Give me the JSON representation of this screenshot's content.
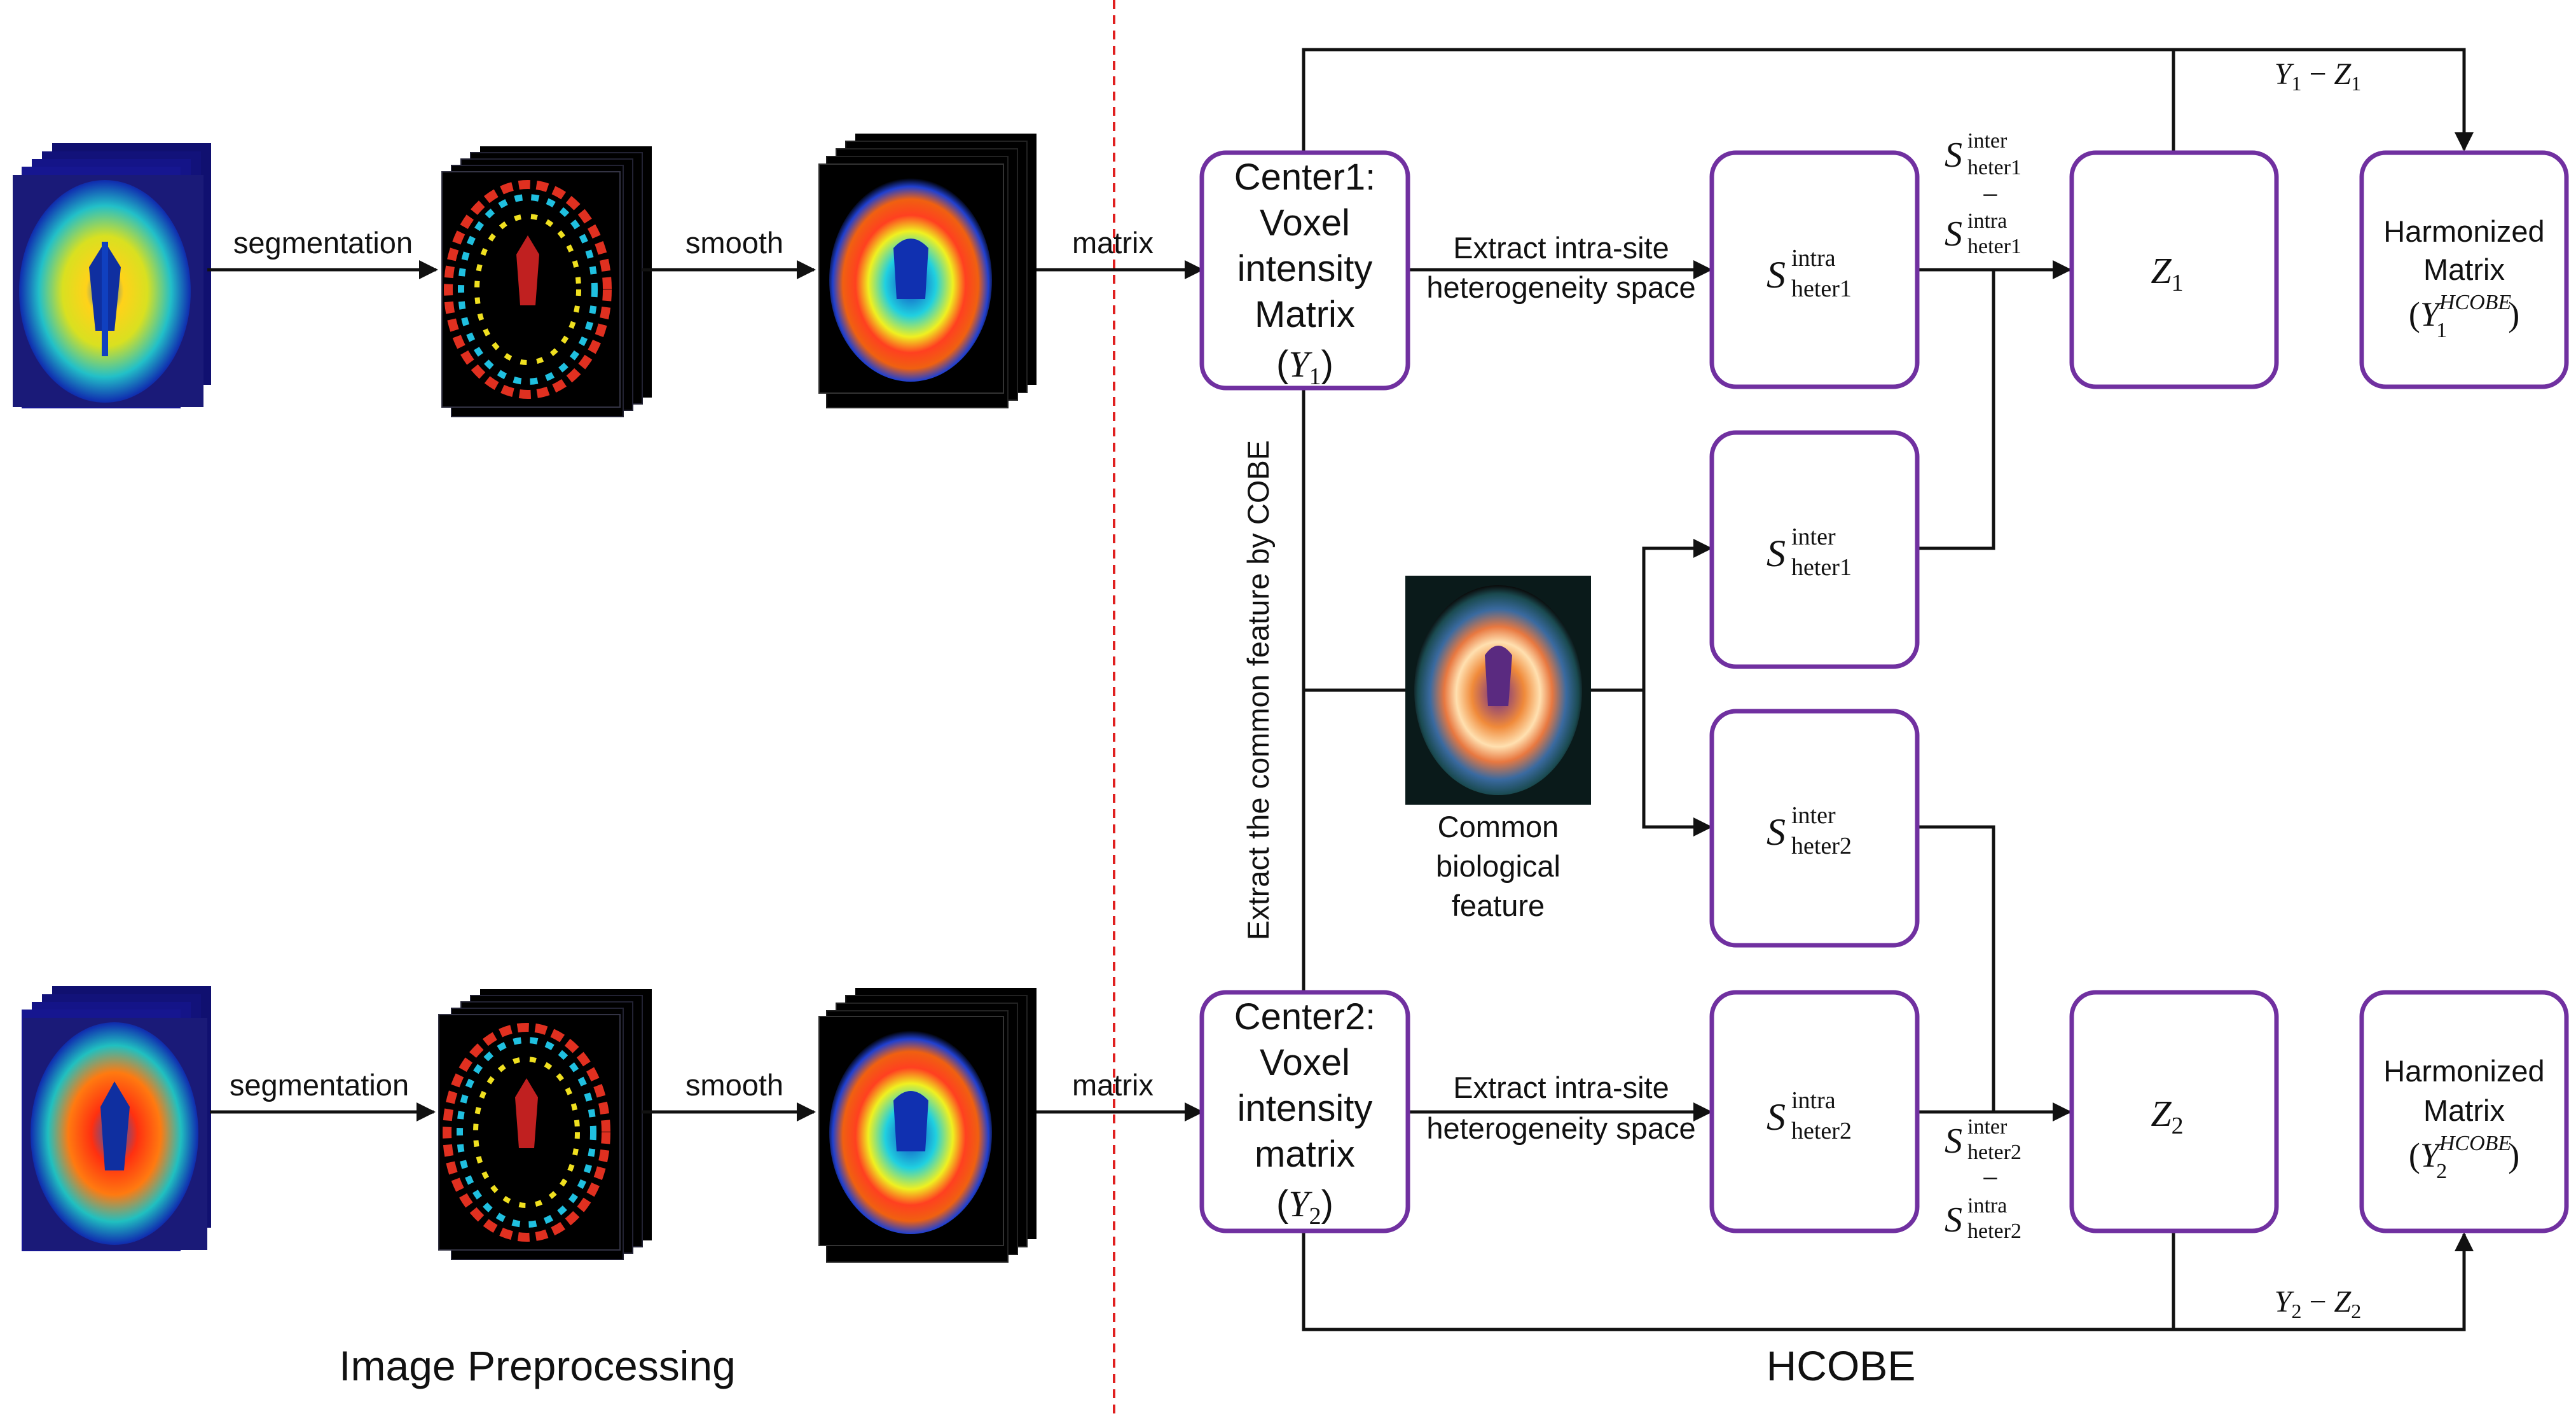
{
  "sections": {
    "left": "Image Preprocessing",
    "right": "HCOBE"
  },
  "steps": {
    "segmentation": "segmentation",
    "smooth": "smooth",
    "matrix": "matrix"
  },
  "center1": {
    "l1": "Center1:",
    "l2": "Voxel",
    "l3": "intensity",
    "l4": "Matrix",
    "var": "Y",
    "sub": "1"
  },
  "center2": {
    "l1": "Center2:",
    "l2": "Voxel",
    "l3": "intensity",
    "l4": "matrix",
    "var": "Y",
    "sub": "2"
  },
  "extract_intra": {
    "l1": "Extract intra-site",
    "l2": "heterogeneity space"
  },
  "extract_common": "Extract the common feature by COBE",
  "common_feature": {
    "l1": "Common",
    "l2": "biological",
    "l3": "feature"
  },
  "s_symbol": "S",
  "sup": {
    "intra": "intra",
    "inter": "inter"
  },
  "sub": {
    "h1": "heter1",
    "h2": "heter2"
  },
  "minus": "−",
  "z": {
    "var": "Z",
    "s1": "1",
    "s2": "2"
  },
  "harmonized": {
    "l1": "Harmonized",
    "l2": "Matrix",
    "var": "Y",
    "sup": "HCOBE",
    "s1": "1",
    "s2": "2"
  },
  "diff1": {
    "a": "Y",
    "as": "1",
    "op": " − ",
    "b": "Z",
    "bs": "1"
  },
  "diff2": {
    "a": "Y",
    "as": "2",
    "op": " − ",
    "b": "Z",
    "bs": "2"
  },
  "icons": [
    "mri-stack-icon",
    "segmentation-stack-icon",
    "smoothed-stack-icon",
    "common-feature-brain-icon"
  ],
  "colors": {
    "box_border": "#7030a0",
    "divider": "#e02020",
    "line": "#111111"
  }
}
